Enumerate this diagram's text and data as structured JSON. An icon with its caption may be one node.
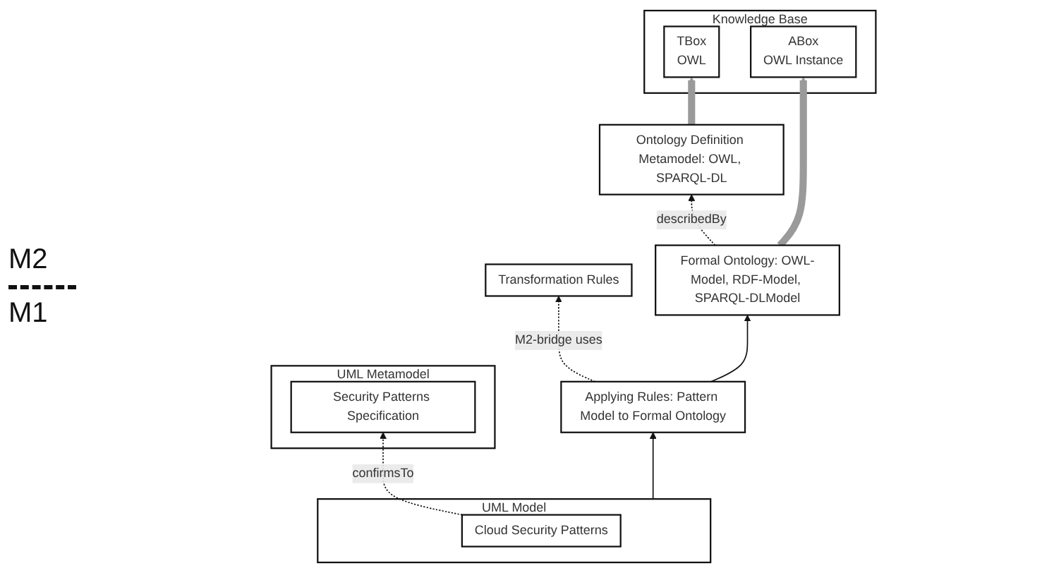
{
  "diagram": {
    "nodes": [
      {
        "text": [
          "UML Metamodel"
        ]
      },
      {
        "text": [
          "Security Patterns Specification"
        ],
        "in": 0
      },
      {
        "text": [
          "Transformation Rules"
        ]
      },
      {
        "text": [
          "Ontology Definition Metamodel: OWL, SPARQL-DL"
        ]
      },
      {
        "text": [
          "Knowledge Base"
        ]
      },
      {
        "text": [
          "TBox",
          "OWL"
        ],
        "in": 4
      },
      {
        "text": [
          "ABox",
          "OWL Instance"
        ],
        "in": 4
      },
      {
        "text": [
          "UML Model"
        ]
      },
      {
        "text": [
          "Cloud Security Patterns"
        ],
        "in": 7
      },
      {
        "text": [
          "Applying Rules: Pattern Model to Formal Ontology"
        ]
      },
      {
        "text": [
          "Formal Ontology: OWL-Model, RDF-Model, SPARQL-DLModel"
        ]
      }
    ],
    "edges": [
      {
        "from": 8,
        "to": 1,
        "arrow": "to",
        "style": "dashed",
        "label": "confirmsTo"
      },
      {
        "from": 9,
        "to": 2,
        "arrow": "to",
        "style": "dashed",
        "label": "M2-bridge uses"
      },
      {
        "from": 10,
        "to": 3,
        "arrow": "to",
        "style": "dashed",
        "label": "describedBy"
      },
      {
        "from": 7,
        "to": 9,
        "arrow": "to"
      },
      {
        "from": 9,
        "to": 10,
        "arrow": "to"
      },
      {
        "from": 3,
        "to": 5,
        "arrow": "to",
        "style": "thick",
        "color": "#9a9a9a"
      },
      {
        "from": 10,
        "to": 6,
        "arrow": "to",
        "style": "thick",
        "color": "#9a9a9a"
      }
    ],
    "labels": [
      "M2",
      "M1"
    ]
  }
}
